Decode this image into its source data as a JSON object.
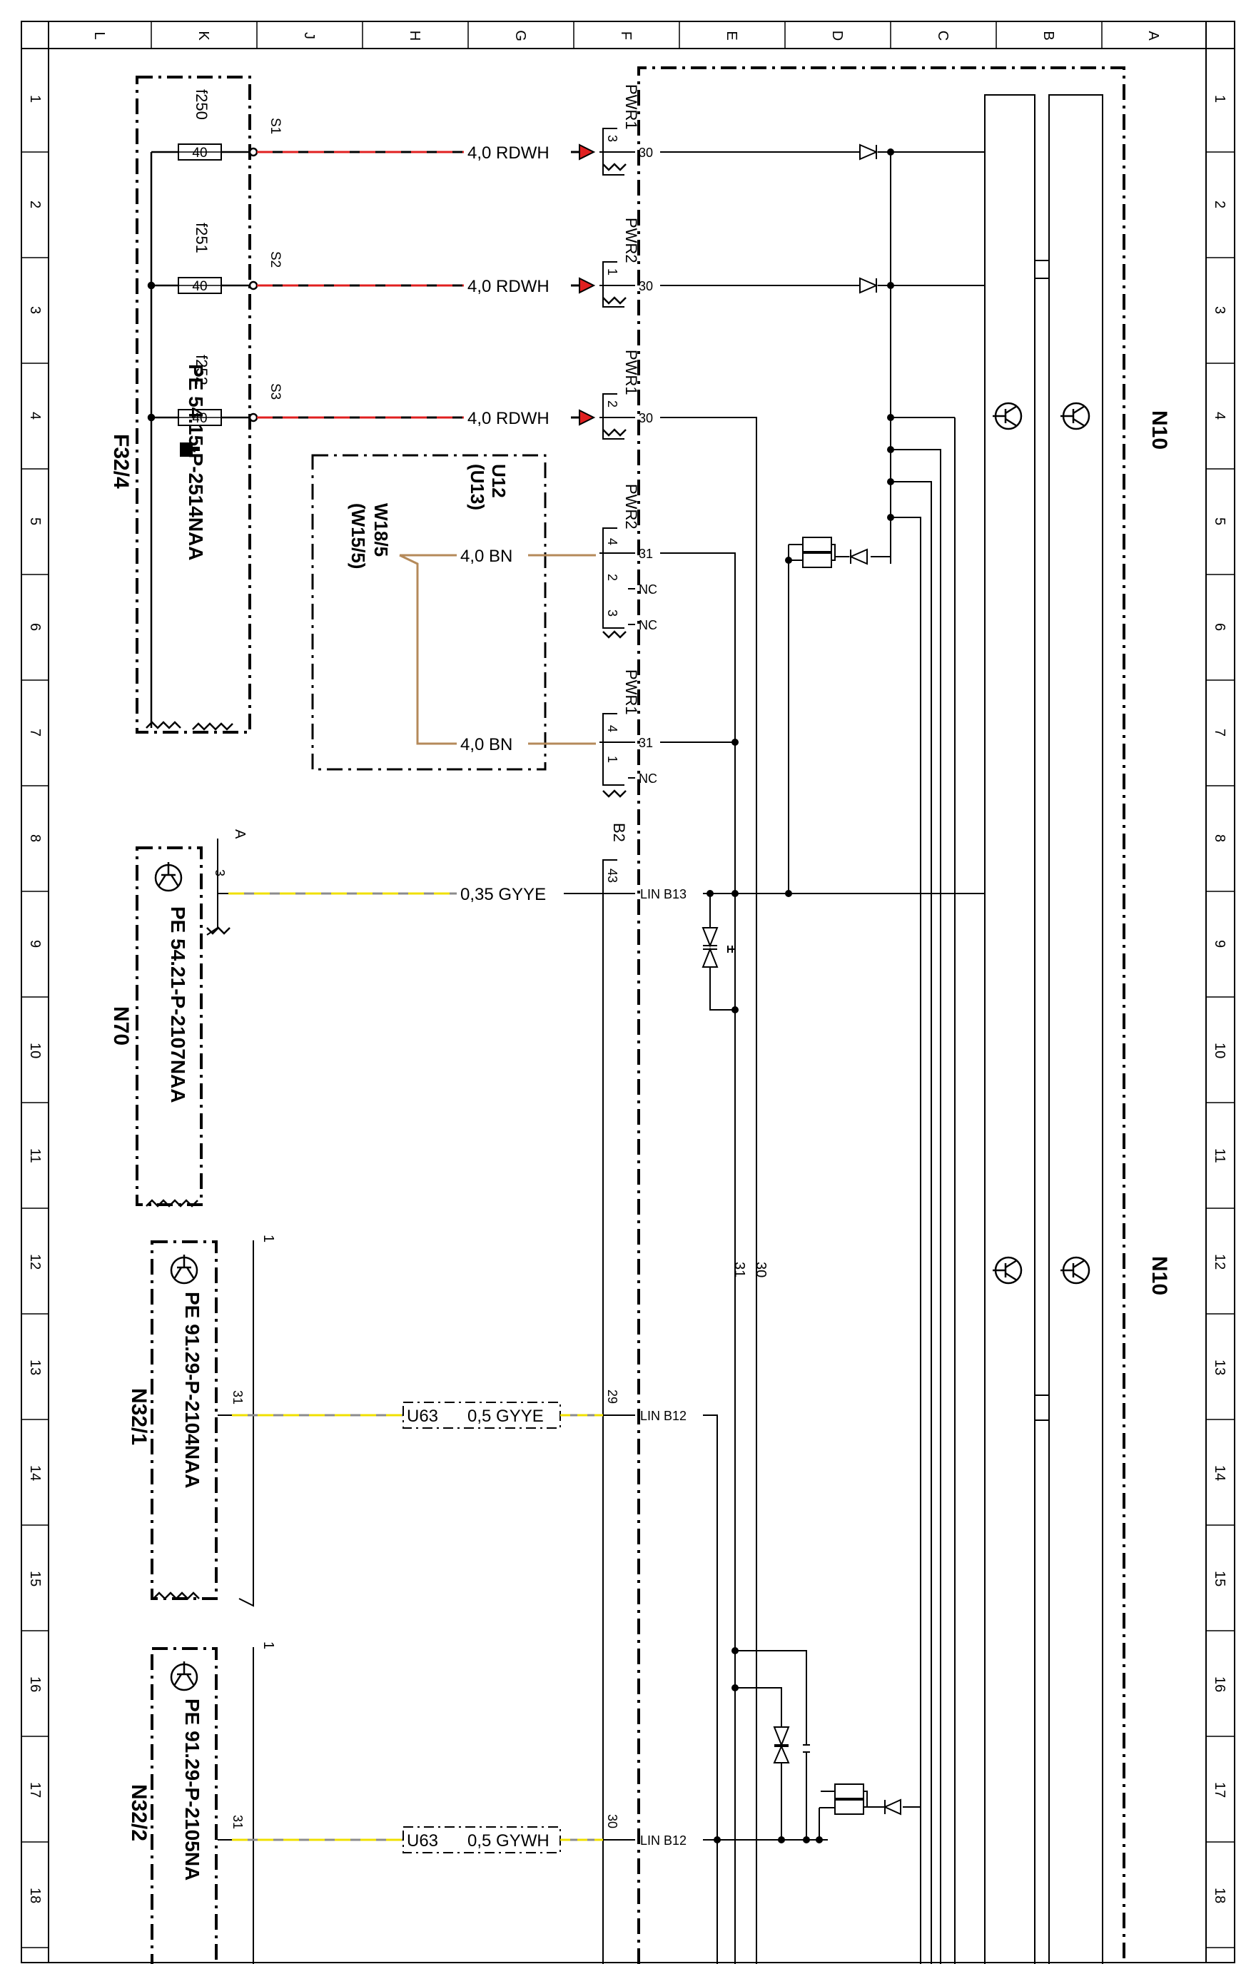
{
  "colors": {
    "line": "#000000",
    "rdwh_a": "#e02020",
    "rdwh_b": "#000000",
    "brown": "#b58a5a",
    "gy": "#8c8c8c",
    "ye": "#f0e000",
    "white": "#ffffff"
  },
  "grid": {
    "col_letters": [
      "L",
      "K",
      "J",
      "H",
      "G",
      "F",
      "E",
      "D",
      "C",
      "B",
      "A"
    ],
    "row_numbers": [
      "1",
      "2",
      "3",
      "4",
      "5",
      "6",
      "7",
      "8",
      "9",
      "10",
      "11",
      "12",
      "13",
      "14",
      "15",
      "16",
      "17",
      "18"
    ]
  },
  "components": {
    "f32_4": {
      "id": "F32/4",
      "ref": "PE 54.15-P-2514NAA",
      "fuses": [
        {
          "name": "f250",
          "rating": "40",
          "split": "S1"
        },
        {
          "name": "f251",
          "rating": "40",
          "split": "S2"
        },
        {
          "name": "f252",
          "rating": "40",
          "split": "S3"
        }
      ]
    },
    "u12": {
      "id": "U12",
      "alt": "(U13)",
      "w_id": "W18/5",
      "w_alt": "(W15/5)"
    },
    "n70": {
      "id": "N70",
      "ref": "PE 54.21-P-2107NAA",
      "pin": "3",
      "letter": "A"
    },
    "n32_1": {
      "id": "N32/1",
      "ref": "PE 91.29-P-2104NAA",
      "pin": "31",
      "marker": "1"
    },
    "n32_2": {
      "id": "N32/2",
      "ref": "PE 91.29-P-2105NA",
      "pin": "31",
      "marker": "1"
    },
    "n10": {
      "id_top": "N10",
      "id_bottom": "N10"
    }
  },
  "wires": {
    "w1": "4,0 RDWH",
    "w2": "4,0 RDWH",
    "w3": "4,0 RDWH",
    "w4": "4,0 BN",
    "w5": "4,0 BN",
    "w6": "0,35 GYYE",
    "w7_group": "U63",
    "w7": "0,5 GYYE",
    "w8_group": "U63",
    "w8": "0,5 GYWH"
  },
  "connectors": {
    "c1": {
      "name": "PWR1",
      "pin": "3",
      "terminal": "30"
    },
    "c2": {
      "name": "PWR2",
      "pin": "1",
      "terminal": "30"
    },
    "c3": {
      "name": "PWR1",
      "pin": "2",
      "terminal": "30"
    },
    "c4": {
      "name": "PWR2",
      "pins": [
        "4",
        "2",
        "3"
      ],
      "terminals": [
        "31",
        "NC",
        "NC"
      ]
    },
    "c5": {
      "name": "PWR1",
      "pins": [
        "4",
        "1"
      ],
      "terminals": [
        "31",
        "NC"
      ]
    },
    "c6": {
      "name": "B2",
      "pin": "43",
      "terminal": "LIN B13"
    },
    "c7": {
      "pin": "29",
      "terminal": "LIN B12"
    },
    "c8": {
      "pin": "30",
      "terminal": "LIN B12"
    }
  },
  "bus_labels": {
    "l31": "31",
    "l30": "30"
  }
}
